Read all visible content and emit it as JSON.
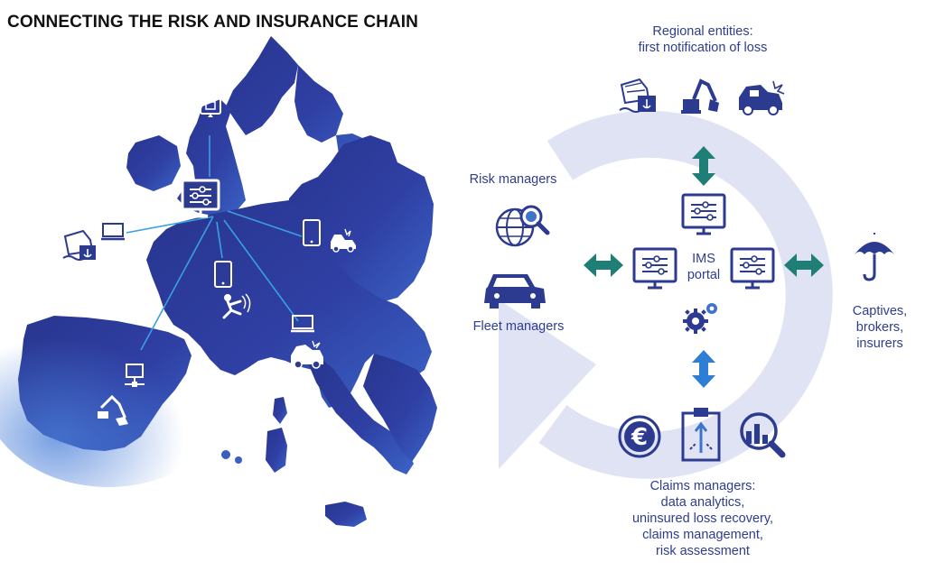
{
  "title": "CONNECTING THE RISK AND INSURANCE CHAIN",
  "colors": {
    "map": "#2d3b9c",
    "map_light": "#3a5fc0",
    "cycle": "#dfe3f4",
    "icon": "#2c3a8f",
    "icon_light": "#3f74c9",
    "arrow_teal": "#1f7e76",
    "arrow_blue": "#2d7fd6",
    "link_line": "#3aa0e0",
    "label": "#2e3d8f"
  },
  "labels": {
    "regional": [
      "Regional entities:",
      "first notification of loss"
    ],
    "risk_managers": "Risk managers",
    "fleet_managers": "Fleet managers",
    "portal": [
      "IMS",
      "portal"
    ],
    "captives": [
      "Captives,",
      "brokers,",
      "insurers"
    ],
    "claims": [
      "Claims managers:",
      "data analytics,",
      "uninsured loss recovery,",
      "claims management,",
      "risk assessment"
    ]
  },
  "icons": {
    "map": [
      "monitor-icon",
      "portal-monitor-icon",
      "ship-icon",
      "laptop-icon",
      "tablet-icon",
      "car-crash-icon",
      "tablet-icon",
      "slip-fall-icon",
      "laptop-icon",
      "car-crash-icon",
      "network-icon",
      "excavator-icon"
    ],
    "cycle": [
      "ship-icon",
      "excavator-icon",
      "car-crash-icon",
      "globe-search-icon",
      "car-icon",
      "umbrella-icon",
      "euro-icon",
      "clipboard-icon",
      "chart-search-icon",
      "monitor-icon",
      "gears-icon"
    ]
  }
}
